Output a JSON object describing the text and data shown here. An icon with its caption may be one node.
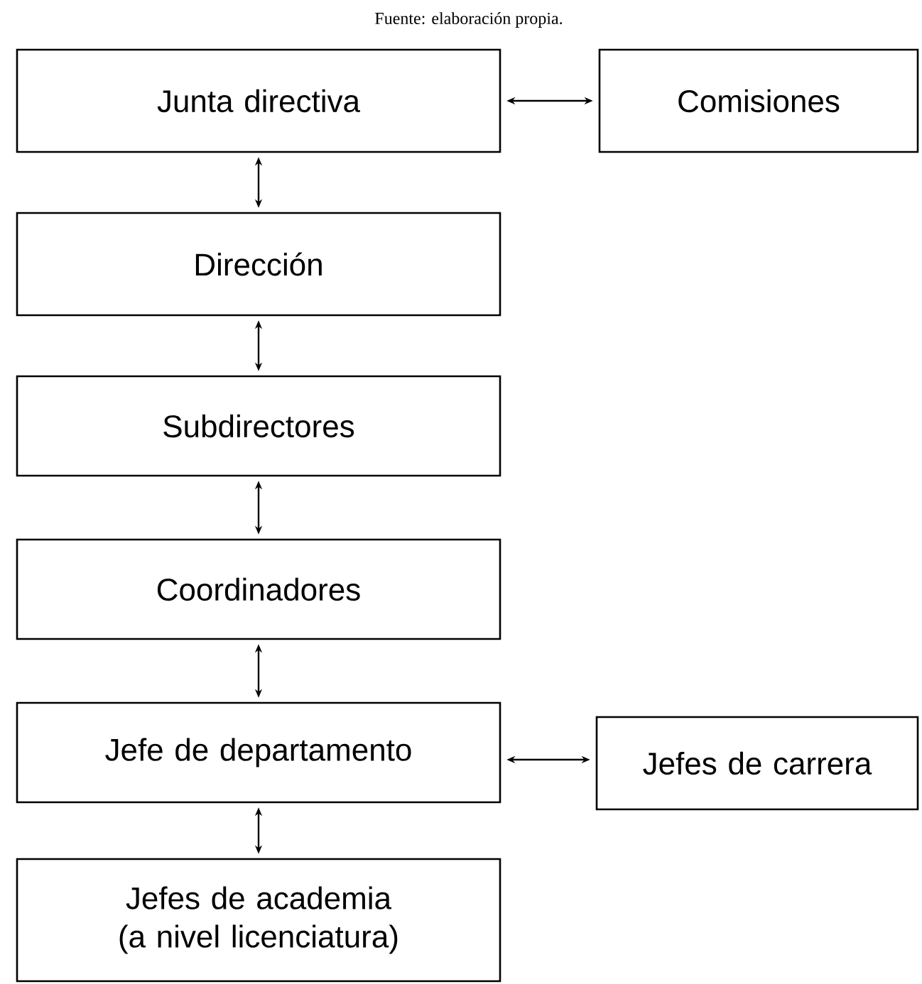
{
  "diagram": {
    "caption": "Fuente: elaboración propia.",
    "nodes": [
      {
        "text": [
          "Junta directiva"
        ]
      },
      {
        "text": [
          "Comisiones"
        ]
      },
      {
        "text": [
          "Dirección"
        ]
      },
      {
        "text": [
          "Subdirectores"
        ]
      },
      {
        "text": [
          "Coordinadores"
        ]
      },
      {
        "text": [
          "Jefe de departamento"
        ]
      },
      {
        "text": [
          "Jefes de carrera"
        ]
      },
      {
        "text": [
          "Jefes de academia (a nivel licenciatura)"
        ]
      }
    ],
    "edges": [
      {
        "from": 0,
        "to": 1,
        "arrow": "both"
      },
      {
        "from": 0,
        "to": 2,
        "arrow": "both"
      },
      {
        "from": 2,
        "to": 3,
        "arrow": "both"
      },
      {
        "from": 3,
        "to": 4,
        "arrow": "both"
      },
      {
        "from": 4,
        "to": 5,
        "arrow": "both"
      },
      {
        "from": 5,
        "to": 6,
        "arrow": "both"
      },
      {
        "from": 5,
        "to": 7,
        "arrow": "both"
      }
    ]
  }
}
